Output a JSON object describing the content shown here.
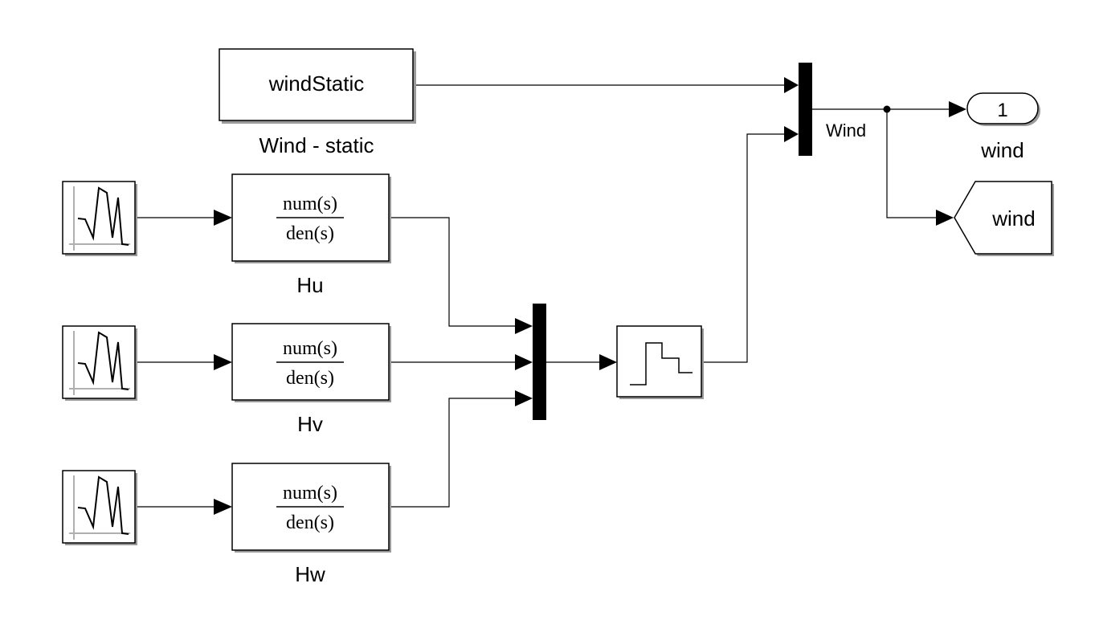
{
  "blocks": {
    "wind_static": {
      "text": "windStatic",
      "caption": "Wind - static"
    },
    "hu": {
      "num": "num(s)",
      "den": "den(s)",
      "caption": "Hu"
    },
    "hv": {
      "num": "num(s)",
      "den": "den(s)",
      "caption": "Hv"
    },
    "hw": {
      "num": "num(s)",
      "den": "den(s)",
      "caption": "Hw"
    },
    "wind_mux": {
      "caption": "Wind"
    },
    "outport": {
      "number": "1",
      "caption": "wind"
    },
    "goto": {
      "text": "wind"
    }
  },
  "icons": {
    "noise_source": "band-limited-white-noise-icon",
    "zero_order_hold": "zero-order-hold-icon"
  },
  "colors": {
    "wire": "#000000",
    "block_border": "#000000",
    "block_shadow": "#9a9a9a"
  }
}
